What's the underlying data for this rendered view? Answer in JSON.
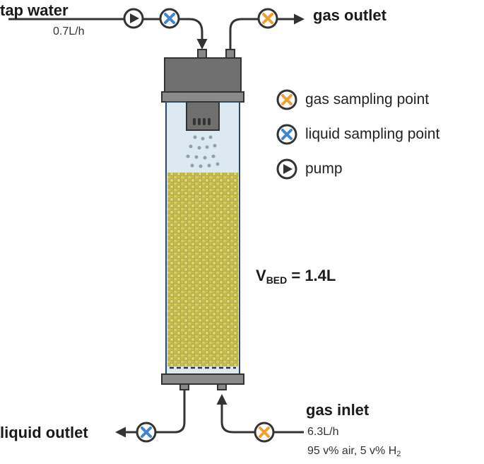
{
  "labels": {
    "tap_water": "tap water",
    "tap_water_flow": "0.7L/h",
    "gas_outlet": "gas outlet",
    "liquid_outlet": "liquid outlet",
    "gas_inlet": "gas inlet",
    "gas_inlet_flow": "6.3L/h",
    "gas_inlet_comp_prefix": "95 v% air, 5 v% H",
    "gas_inlet_comp_sub": "2",
    "vbed_v": "V",
    "vbed_sub": "BED",
    "vbed_value": " = 1.4L"
  },
  "legend": [
    {
      "icon": "gas-sampling-icon",
      "label": "gas sampling point"
    },
    {
      "icon": "liquid-sampling-icon",
      "label": "liquid sampling point"
    },
    {
      "icon": "pump-icon",
      "label": "pump"
    }
  ],
  "colors": {
    "gas_sampling": "#f0a030",
    "liquid_sampling": "#3f86cf",
    "bed_fill": "#c9bf52",
    "column_glass": "#dce9f1",
    "cap_gray": "#6f6f6f",
    "outline": "#333333"
  }
}
